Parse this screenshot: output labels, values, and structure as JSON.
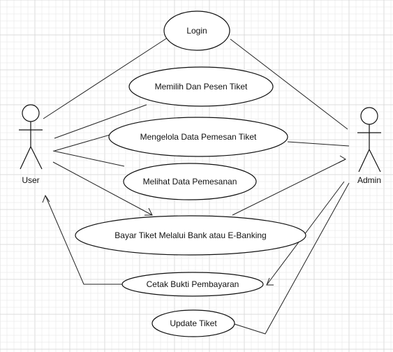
{
  "diagram": {
    "actors": {
      "user": {
        "label": "User"
      },
      "admin": {
        "label": "Admin"
      }
    },
    "use_cases": {
      "login": "Login",
      "memilih_pesan": "Memilih Dan Pesen Tiket",
      "kelola_data": "Mengelola Data Pemesan Tiket",
      "melihat_data": "Melihat Data Pemesanan",
      "bayar_tiket": "Bayar Tiket Melalui Bank atau E-Banking",
      "cetak_bukti": "Cetak Bukti Pembayaran",
      "update_tiket": "Update Tiket"
    }
  }
}
